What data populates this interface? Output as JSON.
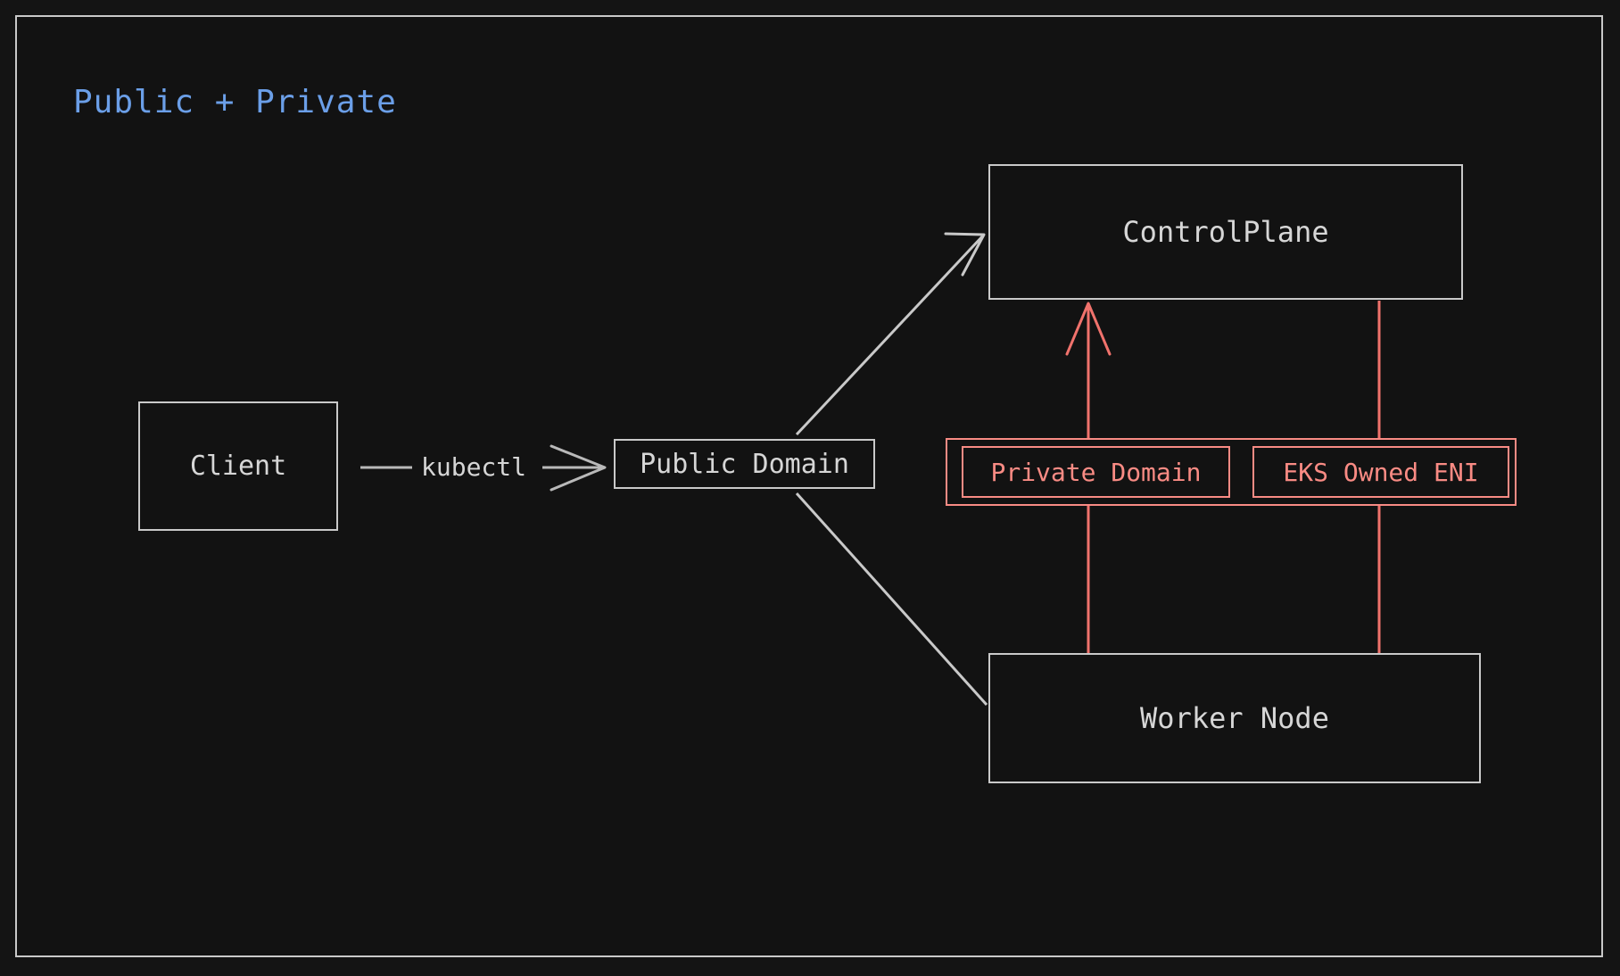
{
  "page": {
    "background_color": "#141414",
    "frame_color": "#c9c9c9"
  },
  "diagram": {
    "title": "Public + Private",
    "title_color": "#6b9fe8",
    "node_color": "#d6d6d6",
    "accent_color": "#f98b84",
    "nodes": [
      {
        "id": "client",
        "label": "Client"
      },
      {
        "id": "public-domain",
        "label": "Public Domain"
      },
      {
        "id": "control-plane",
        "label": "ControlPlane"
      },
      {
        "id": "worker-node",
        "label": "Worker Node"
      },
      {
        "id": "private-domain",
        "label": "Private Domain"
      },
      {
        "id": "eks-eni",
        "label": "EKS Owned ENI"
      }
    ],
    "edges": [
      {
        "id": "client-to-public-domain",
        "label": "kubectl",
        "from": "client",
        "to": "public-domain",
        "style": "solid",
        "color": "#d6d6d6",
        "arrow": "open"
      },
      {
        "id": "public-domain-to-control-plane",
        "label": "",
        "from": "public-domain",
        "to": "control-plane",
        "style": "solid",
        "color": "#d6d6d6",
        "arrow": "open"
      },
      {
        "id": "public-domain-to-worker-node",
        "label": "",
        "from": "public-domain",
        "to": "worker-node",
        "style": "solid",
        "color": "#d6d6d6",
        "arrow": "none"
      },
      {
        "id": "private-domain-to-control-plane",
        "label": "",
        "from": "worker-node",
        "to": "control-plane",
        "style": "solid",
        "color": "#f98b84",
        "arrow": "open"
      },
      {
        "id": "control-plane-to-eks-eni",
        "label": "",
        "from": "control-plane",
        "to": "worker-node",
        "style": "solid",
        "color": "#f98b84",
        "arrow": "none"
      }
    ]
  }
}
